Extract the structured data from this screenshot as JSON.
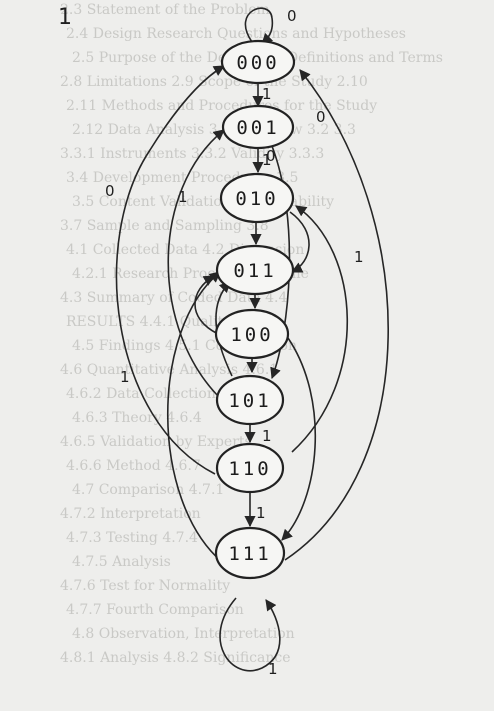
{
  "corner_label": "1",
  "states": [
    {
      "id": "s000",
      "label": "000"
    },
    {
      "id": "s001",
      "label": "001"
    },
    {
      "id": "s010",
      "label": "010"
    },
    {
      "id": "s011",
      "label": "011"
    },
    {
      "id": "s100",
      "label": "100"
    },
    {
      "id": "s101",
      "label": "101"
    },
    {
      "id": "s110",
      "label": "110"
    },
    {
      "id": "s111",
      "label": "111"
    }
  ],
  "edge_labels": {
    "self_000": "0",
    "e000_001": "1",
    "e001_010": "1",
    "left_outer": "0",
    "left_mid": "1",
    "left_low": "1",
    "center_small": "0",
    "right_upper": "0",
    "right_side": "1",
    "e101_110": "1",
    "e110_111": "1",
    "self_111": "1"
  },
  "background_lines": [
    "2.3 Statement of the Problem",
    "2.4 Design Research Questions and Hypotheses",
    "2.5 Purpose of the Design 2.7 Definitions and Terms",
    "2.8 Limitations 2.9 Scope of the Study 2.10",
    "2.11 Methods and Procedures for the Study",
    "2.12 Data Analysis 3.1 Overview 3.2 3.3",
    "3.3.1 Instruments 3.3.2 Validity 3.3.3",
    "3.4 Development Procedures 3.5",
    "3.5 Content Validation 3.6 Reliability",
    "3.7 Sample and Sampling 3.8",
    "4.1 Collected Data 4.2 Dimension",
    "4.2.1 Research Process 4.2.2 The",
    "4.3 Summary of Coded Data 4.4",
    "RESULTS 4.4.1 Qualitative",
    "4.5 Findings 4.5.1 Computation",
    "4.6 Quantitative Analysis 4.6.1",
    "4.6.2 Data Collection",
    "4.6.3 Theory 4.6.4",
    "4.6.5 Validation by Experts",
    "4.6.6 Method 4.6.7",
    "4.7 Comparison 4.7.1",
    "4.7.2 Interpretation",
    "4.7.3 Testing 4.7.4",
    "4.7.5 Analysis",
    "4.7.6 Test for Normality",
    "4.7.7 Fourth Comparison",
    "4.8 Observation, Interpretation",
    "4.8.1 Analysis 4.8.2 Significance"
  ]
}
